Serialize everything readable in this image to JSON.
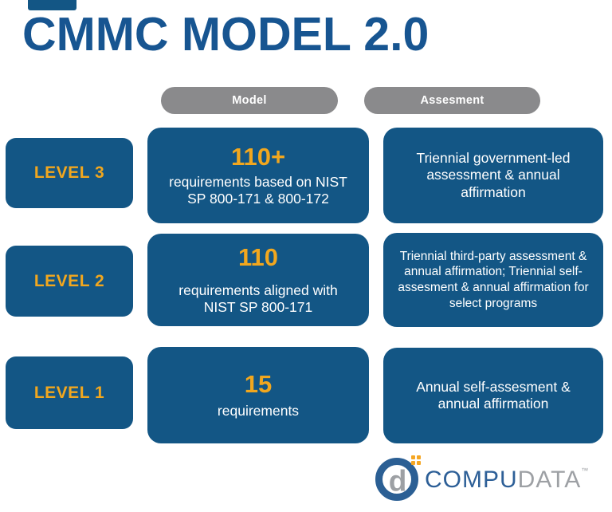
{
  "page": {
    "title": "CMMC MODEL 2.0"
  },
  "columns": {
    "model_label": "Model",
    "assessment_label": "Assesment"
  },
  "rows": [
    {
      "level": "LEVEL 3",
      "model_number": "110+",
      "model_lines": [
        "requirements based on NIST",
        "SP 800-171 & 800-172"
      ],
      "assessment_lines": [
        "Triennial government-led",
        "assessment & annual",
        "affirmation"
      ]
    },
    {
      "level": "LEVEL 2",
      "model_number": "110",
      "model_lines": [
        "requirements aligned with",
        "NIST SP 800-171"
      ],
      "assessment_lines": [
        "Triennial third-party assessment &",
        "annual affirmation; Triennial self-",
        "assesment & annual affirmation for",
        "select programs"
      ]
    },
    {
      "level": "LEVEL 1",
      "model_number": "15",
      "model_lines": [
        "requirements"
      ],
      "assessment_lines": [
        "Annual self-assesment &",
        "annual affirmation"
      ]
    }
  ],
  "logo": {
    "compu": "COMPU",
    "data": "DATA",
    "trademark": "™",
    "monogram_letter": "d"
  },
  "colors": {
    "navy": "#135685",
    "title_blue": "#175591",
    "gold": "#F2A71E",
    "pill_gray": "#8A8A8C",
    "logo_blue": "#2D5F97",
    "logo_gray": "#9DA0A4",
    "logo_orange": "#F5A623"
  }
}
